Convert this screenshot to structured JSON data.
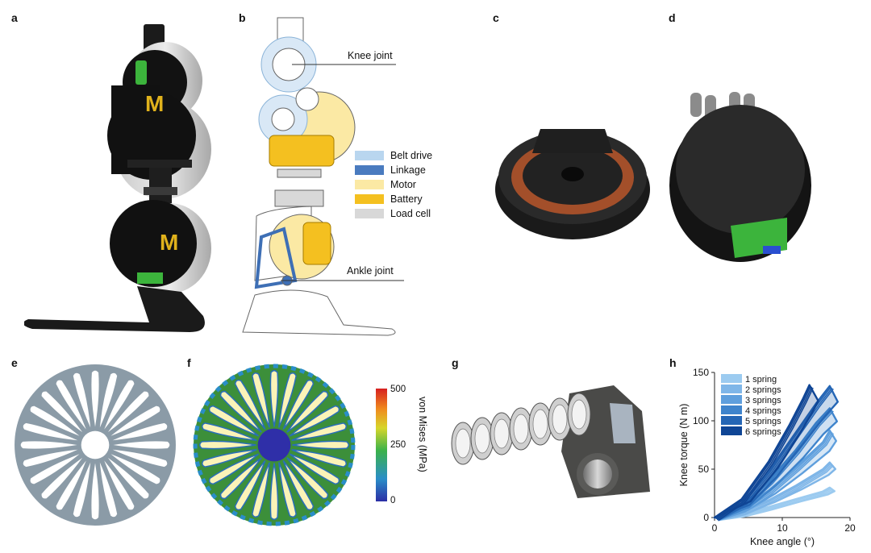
{
  "panels": {
    "a": "a",
    "b": "b",
    "c": "c",
    "d": "d",
    "e": "e",
    "f": "f",
    "g": "g",
    "h": "h"
  },
  "panel_b": {
    "knee_label": "Knee joint",
    "ankle_label": "Ankle joint",
    "legend": [
      {
        "label": "Belt drive",
        "color": "#b9d6ef"
      },
      {
        "label": "Linkage",
        "color": "#4a7bbf"
      },
      {
        "label": "Motor",
        "color": "#fbe9a4"
      },
      {
        "label": "Battery",
        "color": "#f4c020"
      },
      {
        "label": "Load cell",
        "color": "#d8d8d8"
      }
    ]
  },
  "panel_f": {
    "colorbar_label": "von Mises (MPa)",
    "ticks": [
      "500",
      "250",
      "0"
    ]
  },
  "chart_data": {
    "type": "line",
    "xlabel": "Knee angle (°)",
    "ylabel": "Knee torque (N m)",
    "xlim": [
      0,
      20
    ],
    "ylim": [
      0,
      150
    ],
    "xticks": [
      "0",
      "10",
      "20"
    ],
    "yticks": [
      "0",
      "50",
      "100",
      "150"
    ],
    "legend_position": "top-left",
    "series": [
      {
        "name": "1 spring",
        "color": "#9ccbf0",
        "x": [
          0,
          4,
          8,
          12,
          16,
          17
        ],
        "y": [
          0,
          4,
          11,
          19,
          27,
          31
        ]
      },
      {
        "name": "2 springs",
        "color": "#7fb6e8",
        "x": [
          0,
          4,
          8,
          12,
          16,
          17
        ],
        "y": [
          0,
          6,
          18,
          33,
          50,
          57
        ]
      },
      {
        "name": "3 springs",
        "color": "#5f9fdd",
        "x": [
          0,
          4,
          8,
          12,
          16,
          17
        ],
        "y": [
          0,
          9,
          28,
          52,
          78,
          90
        ]
      },
      {
        "name": "4 springs",
        "color": "#3f84cc",
        "x": [
          0,
          4,
          8,
          12,
          15,
          17
        ],
        "y": [
          0,
          12,
          38,
          70,
          98,
          113
        ]
      },
      {
        "name": "5 springs",
        "color": "#2566b5",
        "x": [
          0,
          4,
          8,
          12,
          15,
          17
        ],
        "y": [
          0,
          15,
          48,
          88,
          118,
          136
        ]
      },
      {
        "name": "6 springs",
        "color": "#0f4595",
        "x": [
          0,
          4,
          8,
          11,
          13,
          14
        ],
        "y": [
          0,
          19,
          58,
          95,
          122,
          137
        ]
      }
    ]
  }
}
